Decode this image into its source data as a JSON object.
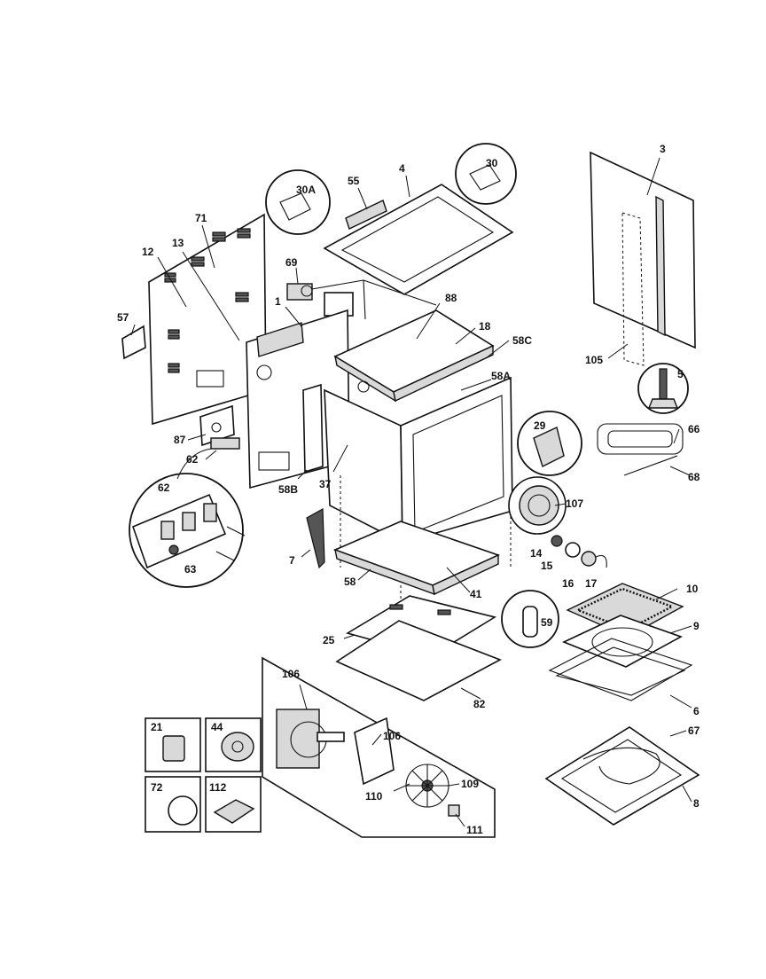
{
  "callouts": {
    "c1": "1",
    "c3": "3",
    "c4": "4",
    "c5": "5",
    "c6": "6",
    "c7": "7",
    "c8": "8",
    "c9": "9",
    "c10": "10",
    "c12": "12",
    "c13": "13",
    "c14": "14",
    "c15": "15",
    "c16": "16",
    "c17": "17",
    "c18": "18",
    "c21": "21",
    "c25": "25",
    "c29": "29",
    "c30": "30",
    "c30A": "30A",
    "c37": "37",
    "c41": "41",
    "c44": "44",
    "c55": "55",
    "c57": "57",
    "c58": "58",
    "c58A": "58A",
    "c58B": "58B",
    "c58C": "58C",
    "c59": "59",
    "c62a": "62",
    "c62b": "62",
    "c63": "63",
    "c66": "66",
    "c67": "67",
    "c68": "68",
    "c69": "69",
    "c71": "71",
    "c72": "72",
    "c82": "82",
    "c87": "87",
    "c88": "88",
    "c105": "105",
    "c106a": "106",
    "c106b": "106",
    "c107": "107",
    "c109": "109",
    "c110": "110",
    "c111": "111",
    "c112": "112"
  }
}
